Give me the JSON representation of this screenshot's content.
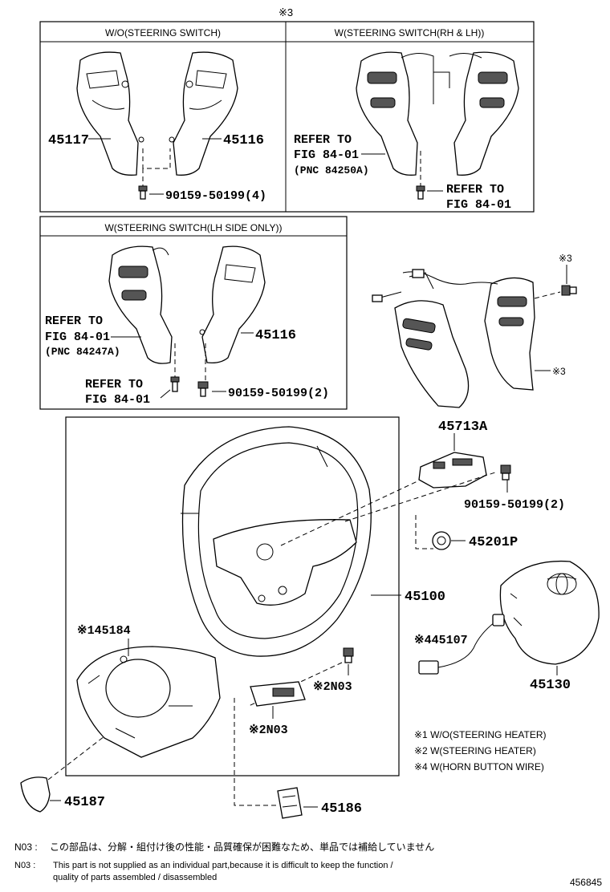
{
  "top_marker": "※3",
  "panels": {
    "wo_switch": {
      "header": "W/O(STEERING SWITCH)",
      "part_left": "45117",
      "part_right": "45116",
      "screw": "90159-50199(4)"
    },
    "w_switch_rh_lh": {
      "header": "W(STEERING SWITCH(RH & LH))",
      "refer1_line1": "REFER TO",
      "refer1_line2": "FIG 84-01",
      "refer1_line3": "(PNC 84250A)",
      "refer2_line1": "REFER TO",
      "refer2_line2": "FIG 84-01"
    },
    "w_switch_lh_only": {
      "header": "W(STEERING SWITCH(LH SIDE ONLY))",
      "refer1_line1": "REFER TO",
      "refer1_line2": "FIG 84-01",
      "refer1_line3": "(PNC 84247A)",
      "part_right": "45116",
      "refer2_line1": "REFER TO",
      "refer2_line2": "FIG 84-01",
      "screw": "90159-50199(2)"
    }
  },
  "assembly_callouts": {
    "marker_screw": "※3",
    "marker_cover": "※3"
  },
  "parts": {
    "p45713a": "45713A",
    "p_screw": "90159-50199(2)",
    "p45201p": "45201P",
    "p45100": "45100",
    "p45184": "※145184",
    "p45107": "※445107",
    "p45130": "45130",
    "n03_a": "※2N03",
    "n03_b": "※2N03",
    "p45187": "45187",
    "p45186": "45186"
  },
  "legend": [
    "※1  W/O(STEERING HEATER)",
    "※2  W(STEERING HEATER)",
    "※4  W(HORN BUTTON WIRE)"
  ],
  "footnotes": {
    "jp_prefix": "N03 :",
    "jp_text": "この部品は、分解・組付け後の性能・品質確保が困難なため、単品では補給していません",
    "en_prefix": "N03 :",
    "en_line1": "This part is not supplied as an individual part,because it is difficult to keep the function /",
    "en_line2": "quality of parts assembled / disassembled"
  },
  "figure_number": "456845"
}
